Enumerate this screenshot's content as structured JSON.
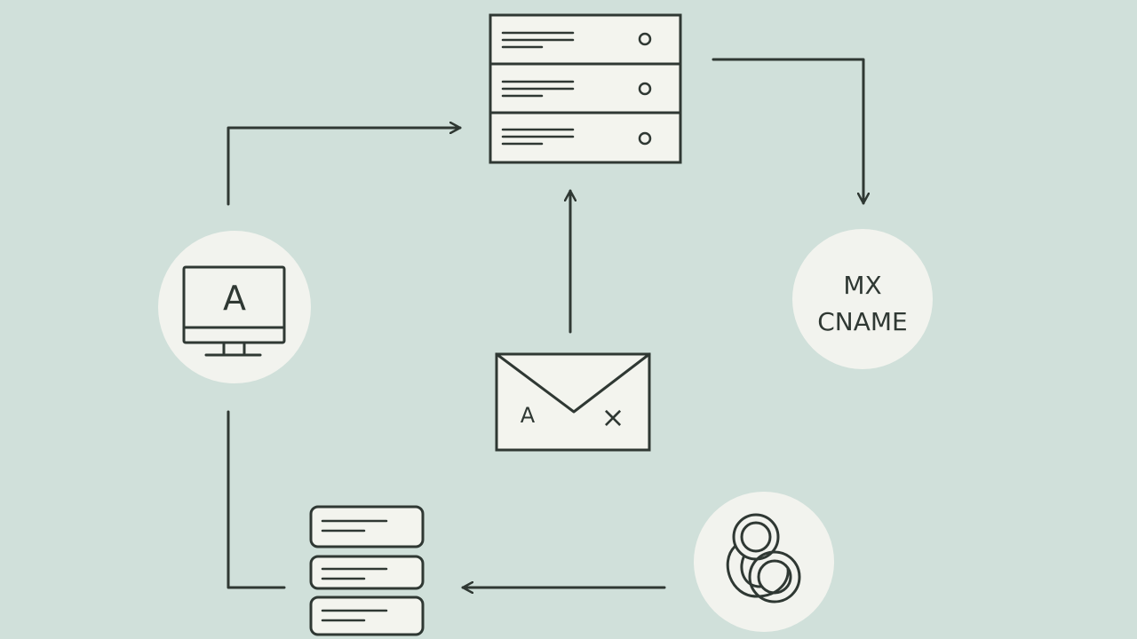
{
  "diagram": {
    "colors": {
      "background": "#d0e0da",
      "node_fill": "#f2f3ee",
      "stroke": "#2f3833"
    },
    "nodes": {
      "workstation": {
        "icon": "monitor-icon",
        "letter": "A"
      },
      "dns_records": {
        "lines": [
          "MX",
          "CNAME"
        ]
      },
      "email": {
        "icon": "envelope-icon",
        "left_mark": "A",
        "right_mark": "×"
      },
      "server_top": {
        "icon": "server-rack-icon"
      },
      "server_bottom": {
        "icon": "server-stack-icon"
      },
      "link": {
        "icon": "chain-link-icon"
      }
    }
  }
}
